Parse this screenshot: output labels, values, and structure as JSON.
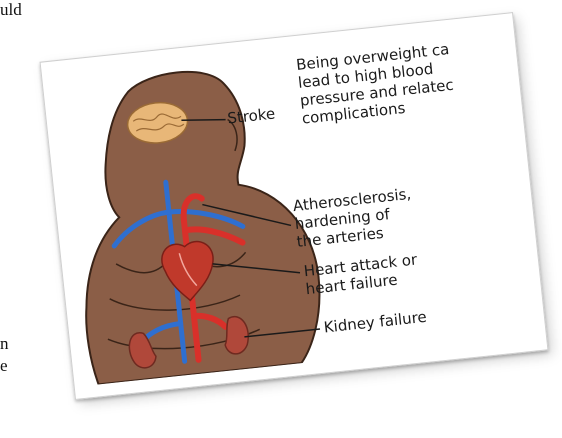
{
  "background_text": {
    "top_fragment": "uld",
    "mid_fragment_1": "n",
    "mid_fragment_2": "e"
  },
  "illustration": {
    "labels": {
      "stroke": "Stroke",
      "overweight_note": "Being overweight ca\nlead to high blood\npressure and relatec\ncomplications",
      "atherosclerosis": "Atherosclerosis,\nhardening of\nthe arteries",
      "heart": "Heart attack or\nheart failure",
      "kidney": "Kidney failure"
    },
    "colors": {
      "body": "#8b5e47",
      "body_outline": "#3a2418",
      "brain": "#e8b778",
      "artery": "#d9302a",
      "vein": "#2f6fd0",
      "heart": "#c0392b",
      "kidney": "#b0483a"
    }
  }
}
